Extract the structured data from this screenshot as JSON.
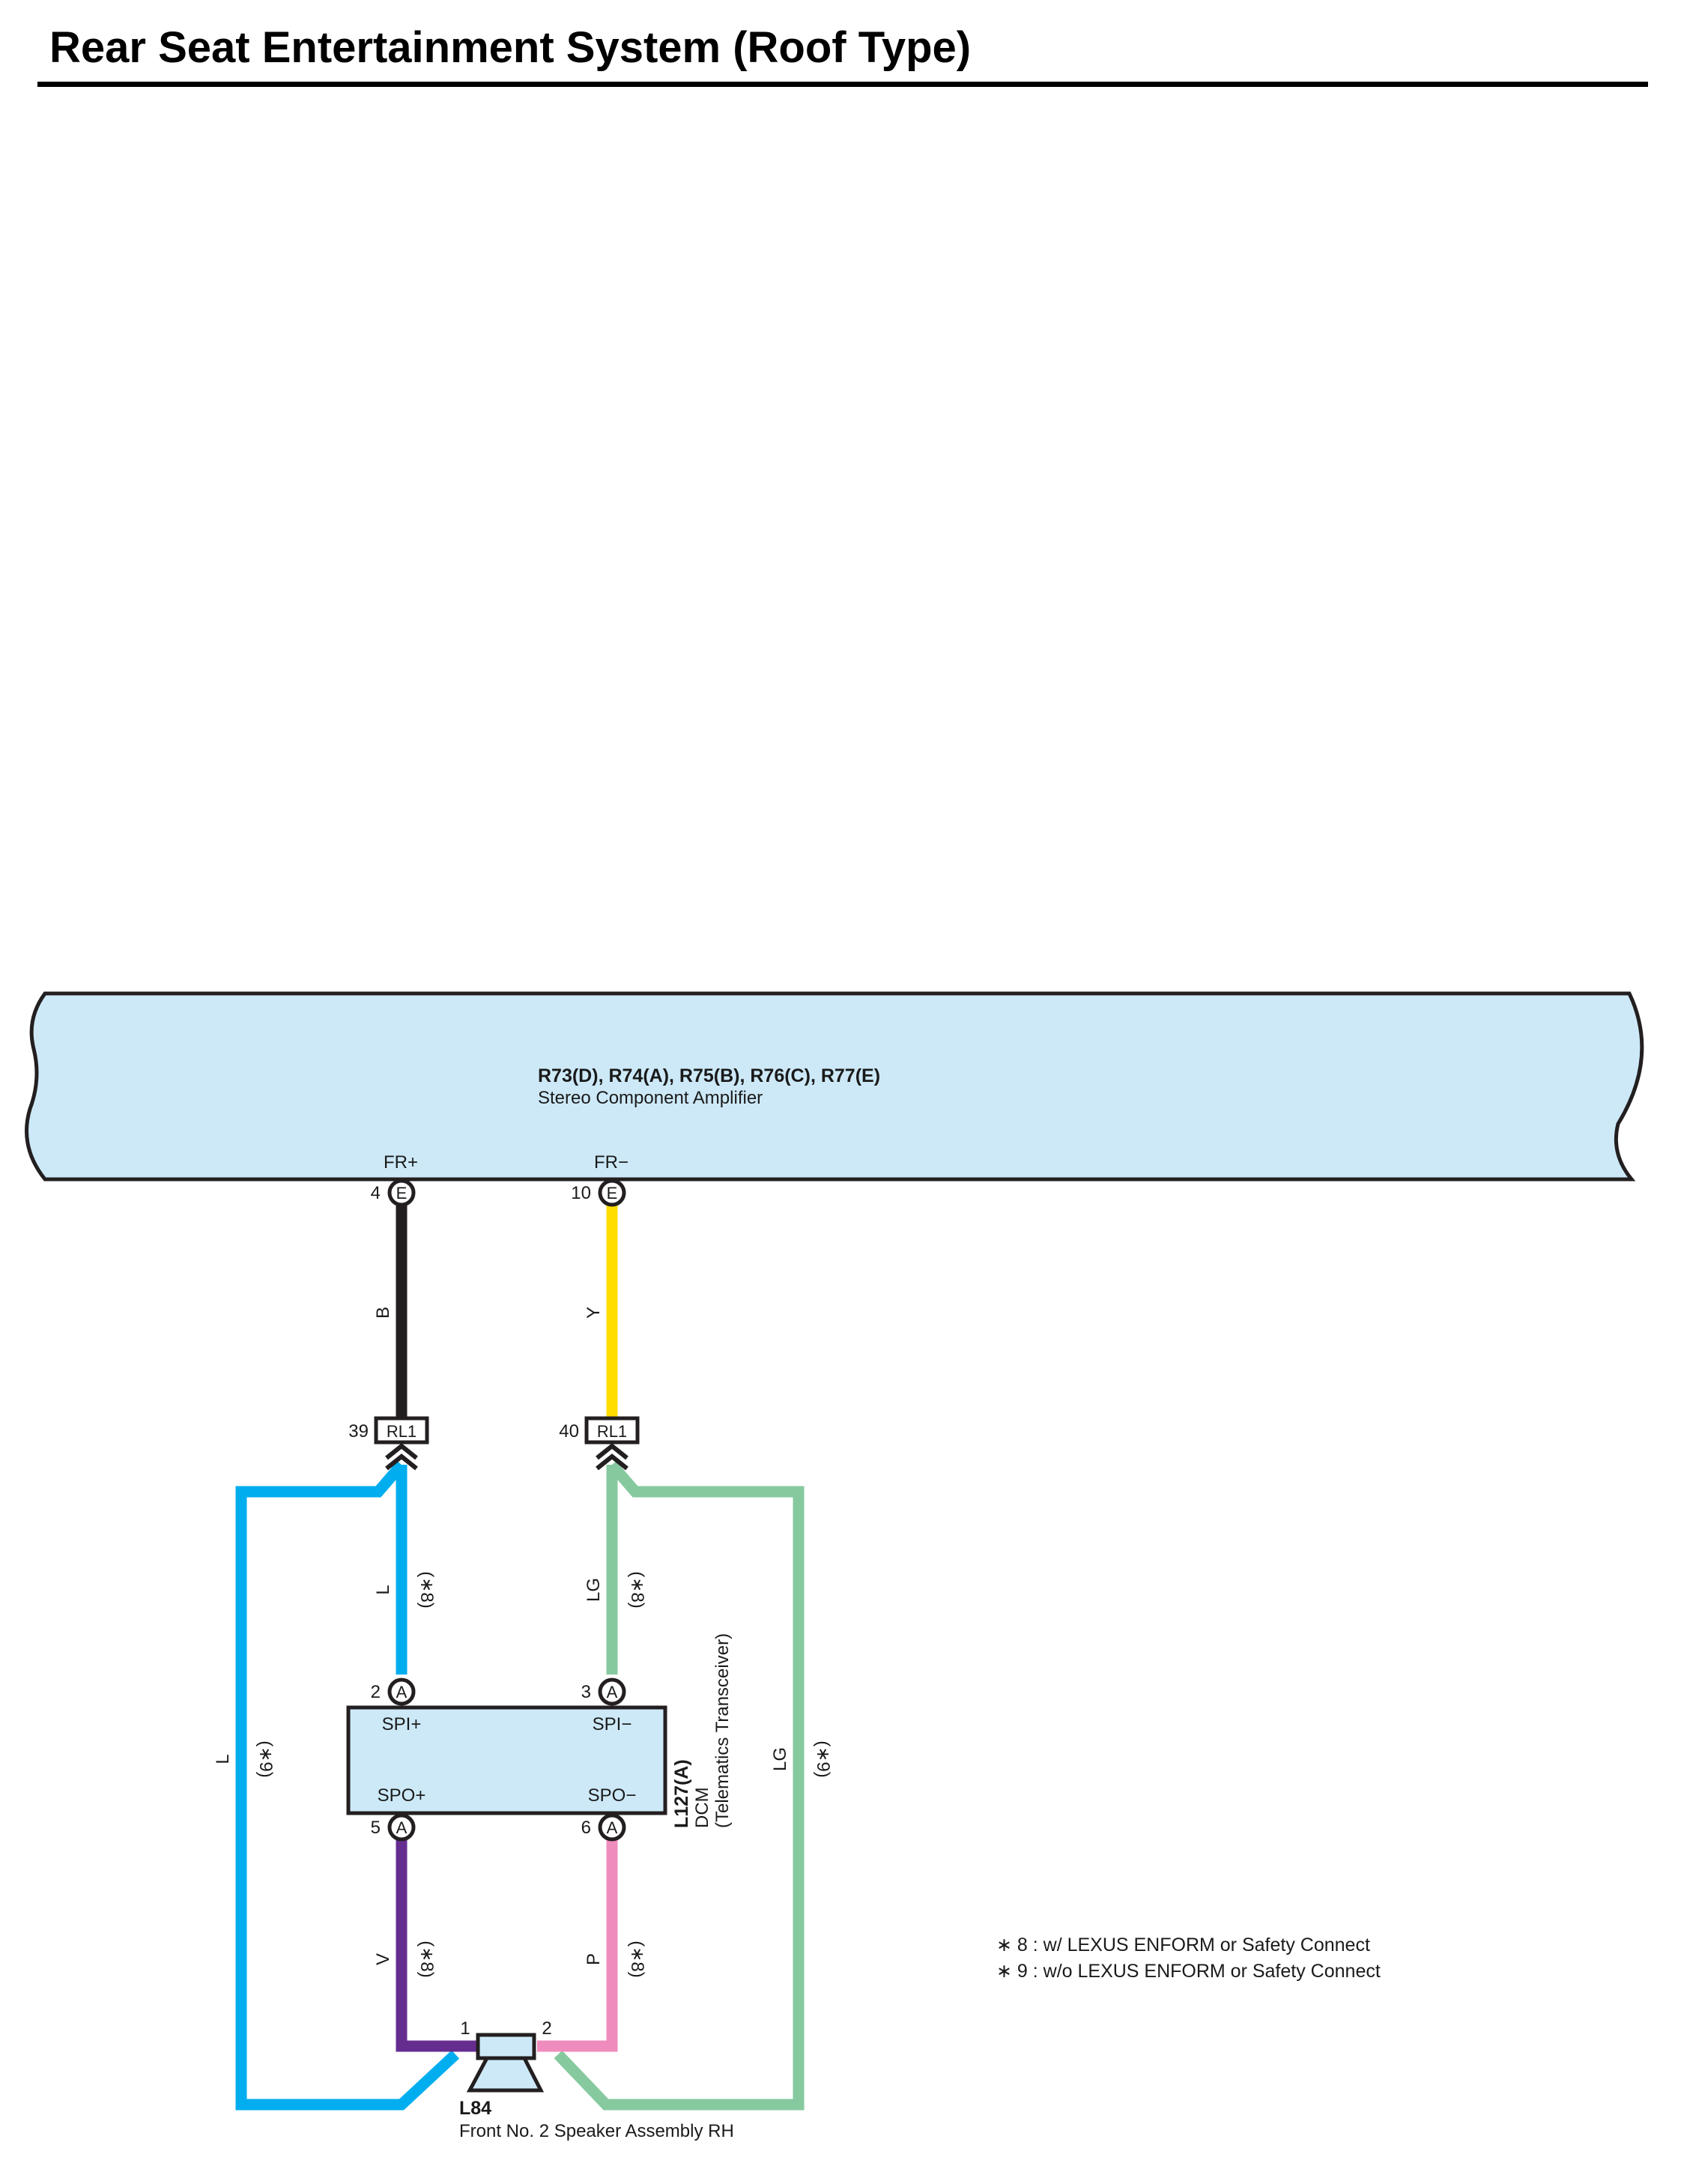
{
  "page_title": "Rear Seat Entertainment System (Roof Type)",
  "colors": {
    "component_fill": "#cde9f8",
    "wire_B": "#231f20",
    "wire_Y": "#ffdd00",
    "wire_L": "#00aeef",
    "wire_LG": "#86c99f",
    "wire_V": "#662d91",
    "wire_P": "#f08bbd"
  },
  "amplifier": {
    "connectors": "R73(D), R74(A), R75(B), R76(C), R77(E)",
    "name": "Stereo Component Amplifier",
    "terminals": [
      {
        "label": "FR+",
        "pin": "4",
        "connector": "E"
      },
      {
        "label": "FR−",
        "pin": "10",
        "connector": "E"
      }
    ]
  },
  "junction": {
    "left": {
      "pin": "39",
      "connector": "RL1"
    },
    "right": {
      "pin": "40",
      "connector": "RL1"
    }
  },
  "dcm": {
    "connector": "L127(A)",
    "name": "DCM",
    "subtitle": "(Telematics Transceiver)",
    "terminals": [
      {
        "label": "SPI+",
        "pin": "2",
        "connector": "A"
      },
      {
        "label": "SPI−",
        "pin": "3",
        "connector": "A"
      },
      {
        "label": "SPO+",
        "pin": "5",
        "connector": "A"
      },
      {
        "label": "SPO−",
        "pin": "6",
        "connector": "A"
      }
    ]
  },
  "speaker": {
    "connector": "L84",
    "name": "Front No. 2 Speaker Assembly RH",
    "pins": [
      "1",
      "2"
    ]
  },
  "wires": {
    "b": {
      "color": "B"
    },
    "y": {
      "color": "Y"
    },
    "l8": {
      "color": "L",
      "cond": "(∗8)"
    },
    "lg8": {
      "color": "LG",
      "cond": "(∗8)"
    },
    "v8": {
      "color": "V",
      "cond": "(∗8)"
    },
    "p8": {
      "color": "P",
      "cond": "(∗8)"
    },
    "l9": {
      "color": "L",
      "cond": "(∗9)"
    },
    "lg9": {
      "color": "LG",
      "cond": "(∗9)"
    }
  },
  "notes": [
    "∗ 8 : w/ LEXUS ENFORM or Safety Connect",
    "∗ 9 : w/o LEXUS ENFORM or Safety Connect"
  ]
}
